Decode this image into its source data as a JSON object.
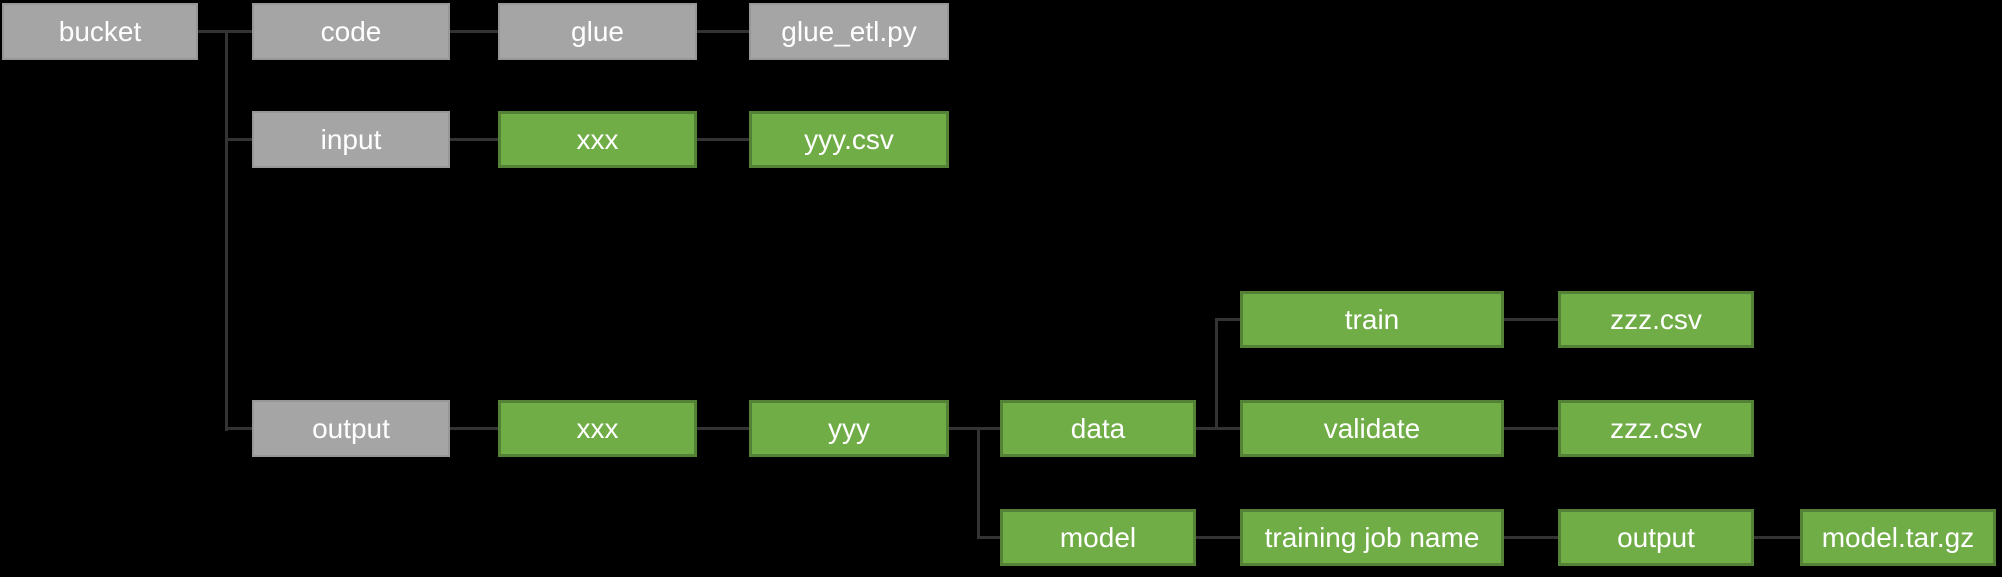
{
  "colors": {
    "background": "#000000",
    "gray_fill": "#a5a5a5",
    "gray_border": "#979797",
    "green_fill": "#70ad47",
    "green_border": "#538135",
    "connector": "#333333",
    "text": "#ffffff"
  },
  "nodes": {
    "bucket": {
      "label": "bucket",
      "type": "gray"
    },
    "code": {
      "label": "code",
      "type": "gray"
    },
    "glue": {
      "label": "glue",
      "type": "gray"
    },
    "glue_etl": {
      "label": "glue_etl.py",
      "type": "gray"
    },
    "input": {
      "label": "input",
      "type": "gray"
    },
    "input_xxx": {
      "label": "xxx",
      "type": "green"
    },
    "input_yyy_csv": {
      "label": "yyy.csv",
      "type": "green"
    },
    "train": {
      "label": "train",
      "type": "green"
    },
    "train_zzz_csv": {
      "label": "zzz.csv",
      "type": "green"
    },
    "output": {
      "label": "output",
      "type": "gray"
    },
    "output_xxx": {
      "label": "xxx",
      "type": "green"
    },
    "output_yyy": {
      "label": "yyy",
      "type": "green"
    },
    "data": {
      "label": "data",
      "type": "green"
    },
    "validate": {
      "label": "validate",
      "type": "green"
    },
    "validate_zzz_csv": {
      "label": "zzz.csv",
      "type": "green"
    },
    "model": {
      "label": "model",
      "type": "green"
    },
    "training_job_name": {
      "label": "training job name",
      "type": "green"
    },
    "model_output": {
      "label": "output",
      "type": "green"
    },
    "model_tar_gz": {
      "label": "model.tar.gz",
      "type": "green"
    }
  },
  "edges": [
    [
      "bucket",
      "code"
    ],
    [
      "code",
      "glue"
    ],
    [
      "glue",
      "glue_etl"
    ],
    [
      "bucket",
      "input"
    ],
    [
      "input",
      "input_xxx"
    ],
    [
      "input_xxx",
      "input_yyy_csv"
    ],
    [
      "bucket",
      "output"
    ],
    [
      "output",
      "output_xxx"
    ],
    [
      "output_xxx",
      "output_yyy"
    ],
    [
      "output_yyy",
      "data"
    ],
    [
      "output_yyy",
      "model"
    ],
    [
      "data",
      "train"
    ],
    [
      "data",
      "validate"
    ],
    [
      "train",
      "train_zzz_csv"
    ],
    [
      "validate",
      "validate_zzz_csv"
    ],
    [
      "model",
      "training_job_name"
    ],
    [
      "training_job_name",
      "model_output"
    ],
    [
      "model_output",
      "model_tar_gz"
    ]
  ]
}
